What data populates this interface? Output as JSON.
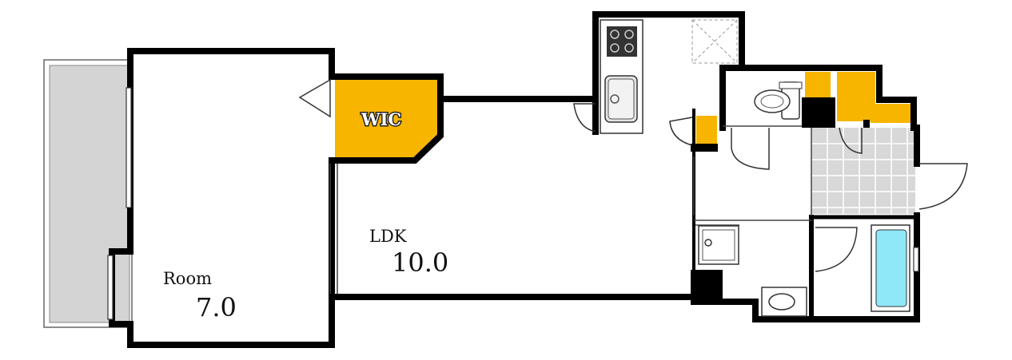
{
  "rooms": {
    "room": {
      "name": "Room",
      "size": "7.0"
    },
    "ldk": {
      "name": "LDK",
      "size": "10.0"
    },
    "wic": {
      "name": "WIC"
    }
  },
  "colors": {
    "wall": "#000000",
    "storage": "#f7b500",
    "balcony": "#d4d4d4",
    "bathtub": "#8fe8f8",
    "bath_floor": "#d8d8d8"
  }
}
